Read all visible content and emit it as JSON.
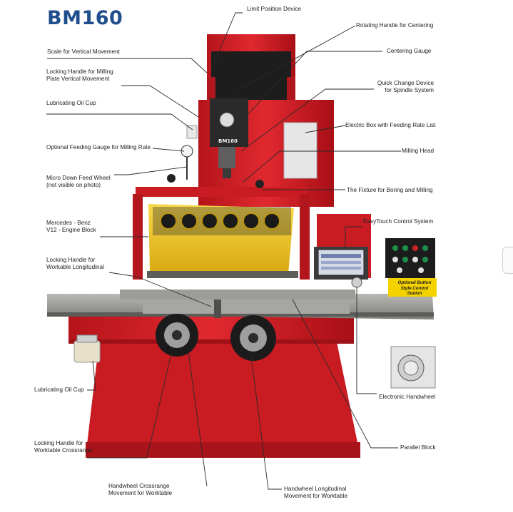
{
  "title": "BM160",
  "machine_badge": "BM160",
  "colors": {
    "title_blue": "#1f4e8c",
    "machine_red": "#d8232a",
    "engine_yellow": "#f2c31b",
    "table_grey": "#8a8a87",
    "caption_yellow": "#f4d200"
  },
  "callouts": {
    "limit_position": "Limit Position Device",
    "rotating_handle": "Rotating Handle for Centering",
    "centering_gauge": "Centering Gauge",
    "quick_change_1": "Quick Change Device",
    "quick_change_2": "for Spindle System",
    "electric_box": "Electric Box with Feeding Rate List",
    "milling_head": "Milling Head",
    "fixture": "The Fixture for Boring and Milling",
    "easytouch": "EasyTouch Control System",
    "electronic_handwheel": "Electronic Handwheel",
    "parallel_block": "Parallel Block",
    "handwheel_long_1": "Handwheel Longitudinal",
    "handwheel_long_2": "Movement for Worktable",
    "handwheel_cross_1": "Handwheel Crossrange",
    "handwheel_cross_2": "Movement for Worktable",
    "locking_cross_1": "Locking Handle for",
    "locking_cross_2": "Worktable Crossrange",
    "lubricating_cup_lower": "Lubricating Oil Cup",
    "locking_long_1": "Locking Handle for",
    "locking_long_2": "Workable Longitudinal",
    "mercedes_1": "Mercedes - Benz",
    "mercedes_2": "V12 - Engine Block",
    "micro_down_1": "Micro Down Feed Wheel",
    "micro_down_2": "(not visible on photo)",
    "optional_gauge": "Optional Feeding Gauge for Milling Rate",
    "lubricating_cup_upper": "Lubricating Oil Cup",
    "locking_milling_1": "Locking Handle for Milling",
    "locking_milling_2": "Plate Vertical Movement",
    "scale_vertical": "Scale for Vertical Movement"
  },
  "optional_station": {
    "caption_1": "Optional Button",
    "caption_2": "Style Control Station"
  }
}
